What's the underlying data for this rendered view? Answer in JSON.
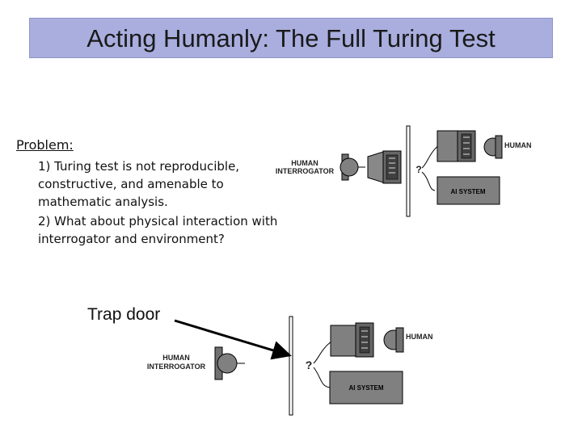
{
  "slide": {
    "title": "Acting Humanly: The Full Turing Test",
    "problem_label": "Problem:",
    "points": [
      "1) Turing test is not reproducible, constructive, and amenable to mathematic analysis.",
      "2) What about physical interaction with interrogator and environment?"
    ],
    "trap_label": "Trap door"
  },
  "diagrams": {
    "top": {
      "human_label": "HUMAN",
      "interrogator_label_1": "HUMAN",
      "interrogator_label_2": "INTERROGATOR",
      "ai_label": "AI SYSTEM",
      "question_mark": "?"
    },
    "bottom": {
      "human_label": "HUMAN",
      "interrogator_label_1": "HUMAN",
      "interrogator_label_2": "INTERROGATOR",
      "ai_label": "AI SYSTEM",
      "question_mark": "?"
    }
  },
  "colors": {
    "title_background": "#a9aede",
    "figure_gray": "#808080",
    "line_black": "#000000"
  }
}
